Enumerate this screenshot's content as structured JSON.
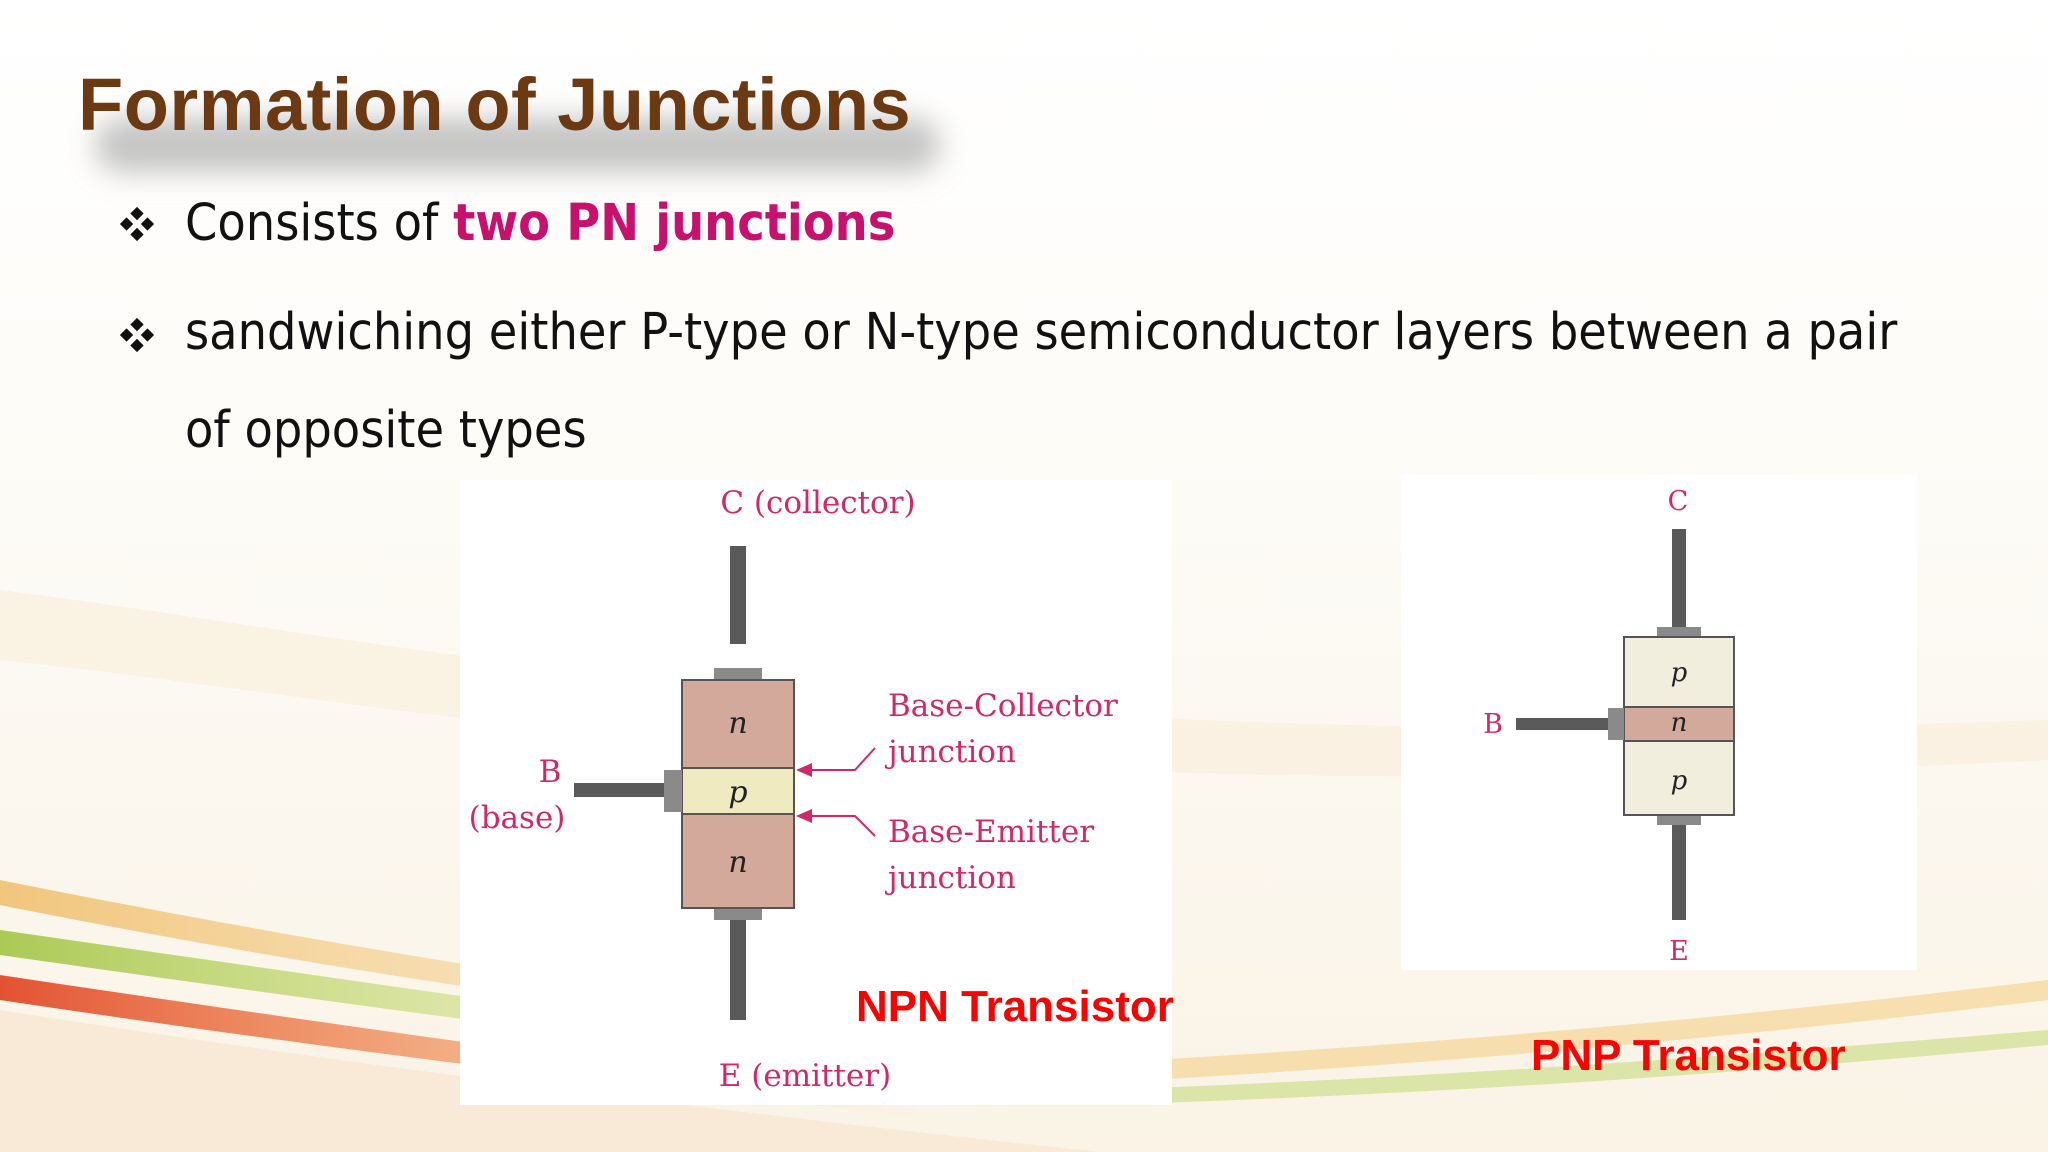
{
  "slide": {
    "title": "Formation of Junctions",
    "bullets": [
      {
        "icon": "diamond-bullet-icon",
        "prefix": "Consists of ",
        "highlight": "two PN junctions"
      },
      {
        "icon": "diamond-bullet-icon",
        "line1": "sandwiching either P-type or N-type semiconductor layers between a pair",
        "line2": "of opposite types"
      }
    ]
  },
  "npn_diagram": {
    "collector_label": "C (collector)",
    "base_label": "B",
    "base_sub_label": "(base)",
    "emitter_label": "E (emitter)",
    "layers": [
      "n",
      "p",
      "n"
    ],
    "base_collector_line1": "Base-Collector",
    "base_collector_line2": "junction",
    "base_emitter_line1": "Base-Emitter",
    "base_emitter_line2": "junction",
    "caption": "NPN Transistor"
  },
  "pnp_diagram": {
    "collector_label": "C",
    "base_label": "B",
    "emitter_label": "E",
    "layers": [
      "p",
      "n",
      "p"
    ],
    "caption": "PNP Transistor"
  },
  "colors": {
    "title": "#6b3a12",
    "highlight": "#c8106f",
    "caption": "#ff0000",
    "diagram_label": "#d0286a",
    "n_layer": "#d2a99a",
    "p_layer": "#efeac0",
    "pnp_p_layer": "#f2eede"
  }
}
